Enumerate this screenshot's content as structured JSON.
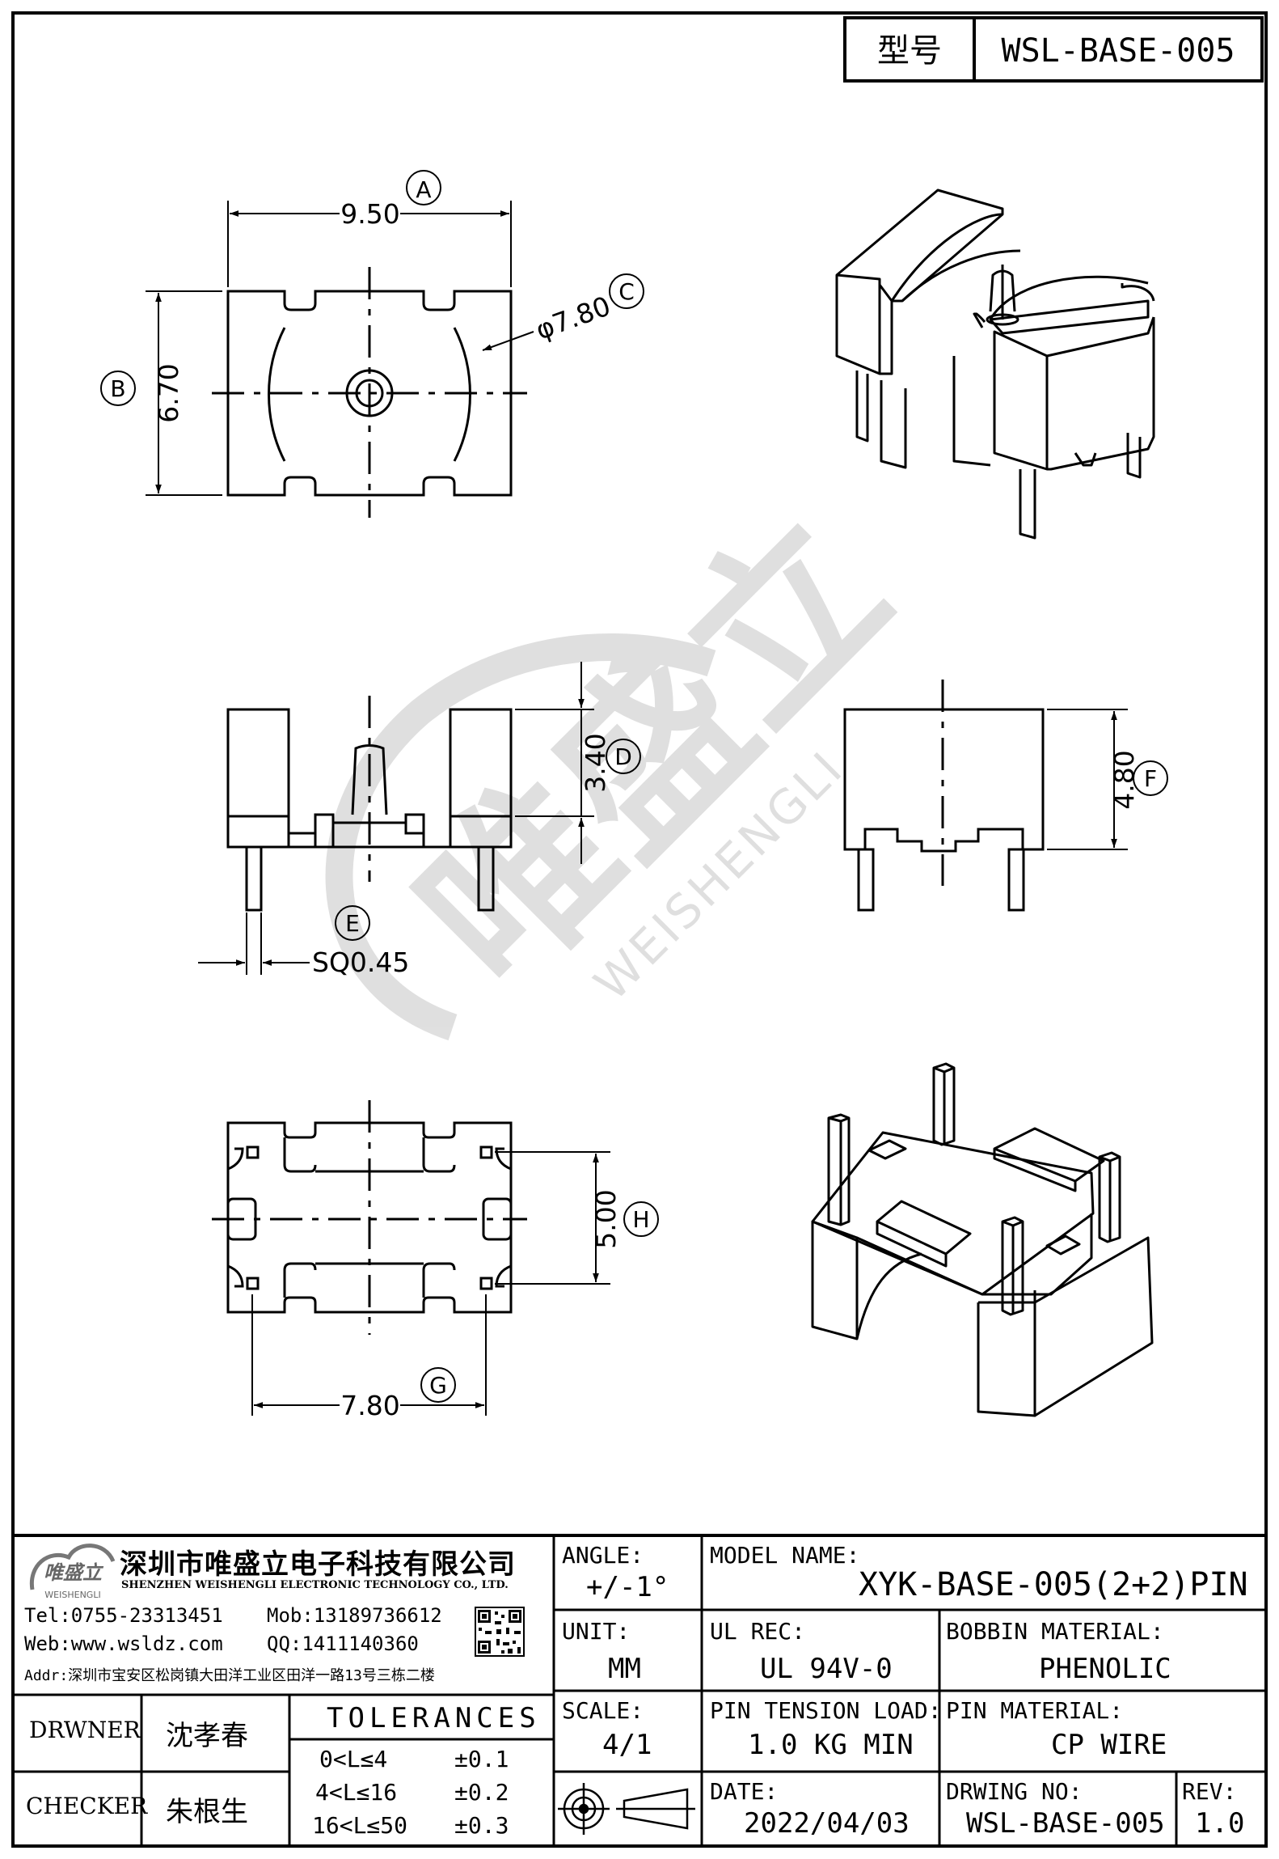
{
  "header": {
    "model_label": "型号",
    "model_value": "WSL-BASE-005"
  },
  "dimensions": {
    "A": {
      "tag": "A",
      "value": "9.50"
    },
    "B": {
      "tag": "B",
      "value": "6.70"
    },
    "C": {
      "tag": "C",
      "value": "φ7.80"
    },
    "D": {
      "tag": "D",
      "value": "3.40"
    },
    "E": {
      "tag": "E",
      "value": "SQ0.45"
    },
    "F": {
      "tag": "F",
      "value": "4.80"
    },
    "G": {
      "tag": "G",
      "value": "7.80"
    },
    "H": {
      "tag": "H",
      "value": "5.00"
    }
  },
  "watermark": {
    "cn": "唯盛立",
    "en": "WEISHENGLI"
  },
  "company": {
    "logo_cn": "唯盛立",
    "logo_en": "WEISHENGLI",
    "name_cn": "深圳市唯盛立电子科技有限公司",
    "name_en": "SHENZHEN WEISHENGLI ELECTRONIC TECHNOLOGY CO., LTD.",
    "tel": "Tel:0755-23313451",
    "mob": "Mob:13189736612",
    "web": "Web:www.wsldz.com",
    "qq": "QQ:1411140360",
    "addr": "Addr:深圳市宝安区松岗镇大田洋工业区田洋一路13号三栋二楼"
  },
  "title_block": {
    "angle_label": "ANGLE:",
    "angle_value": "+/-1°",
    "model_name_label": "MODEL NAME:",
    "model_name_value": "XYK-BASE-005(2+2)PIN",
    "unit_label": "UNIT:",
    "unit_value": "MM",
    "ul_label": "UL REC:",
    "ul_value": "UL 94V-0",
    "bobbin_label": "BOBBIN MATERIAL:",
    "bobbin_value": "PHENOLIC",
    "scale_label": "SCALE:",
    "scale_value": "4/1",
    "tension_label": "PIN TENSION LOAD:",
    "tension_value": "1.0 KG MIN",
    "pin_mat_label": "PIN MATERIAL:",
    "pin_mat_value": "CP WIRE",
    "date_label": "DATE:",
    "date_value": "2022/04/03",
    "drw_no_label": "DRWING NO:",
    "drw_no_value": "WSL-BASE-005",
    "rev_label": "REV:",
    "rev_value": "1.0",
    "drawer_label": "DRWNER",
    "drawer_name": "沈孝春",
    "checker_label": "CHECKER",
    "checker_name": "朱根生",
    "tolerances_title": "TOLERANCES",
    "tolerances": [
      {
        "range": "0<L≤4",
        "tol": "±0.1"
      },
      {
        "range": "4<L≤16",
        "tol": "±0.2"
      },
      {
        "range": "16<L≤50",
        "tol": "±0.3"
      }
    ]
  }
}
